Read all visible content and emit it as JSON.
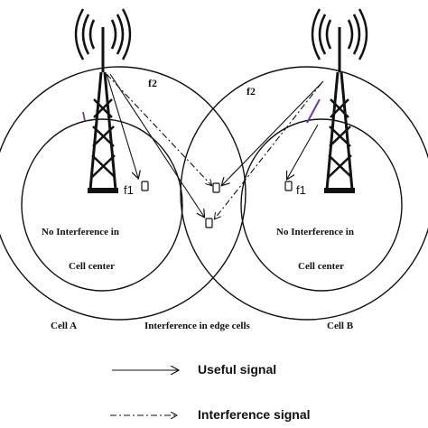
{
  "diagram": {
    "cells": [
      {
        "id": "a",
        "name": "Cell A",
        "inner_text_line1": "No Interference in",
        "inner_text_line2": "Cell center",
        "inner_freq": "f1",
        "outer_freq": "f2"
      },
      {
        "id": "b",
        "name": "Cell B",
        "inner_text_line1": "No Interference in",
        "inner_text_line2": "Cell center",
        "inner_freq": "f1",
        "outer_freq": "f2"
      }
    ],
    "edge_label": "Interference in edge cells",
    "legend": {
      "useful": "Useful signal",
      "interference": "Interference signal"
    },
    "colors": {
      "line": "#111111",
      "background": "#ffffff",
      "accent_mark": "#6a3d9a"
    }
  }
}
